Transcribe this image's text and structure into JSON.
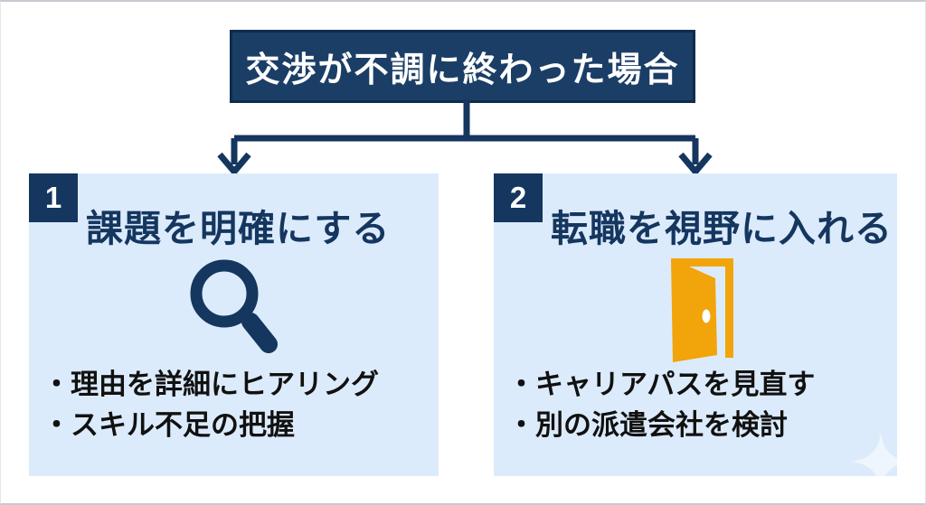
{
  "header": {
    "title": "交渉が不調に終わった場合"
  },
  "branches": [
    {
      "number": "1",
      "title": "課題を明確にする",
      "icon": "magnifier-icon",
      "bullets": [
        "・理由を詳細にヒアリング",
        "・スキル不足の把握"
      ]
    },
    {
      "number": "2",
      "title": "転職を視野に入れる",
      "icon": "open-door-icon",
      "bullets": [
        "・キャリアパスを見直す",
        "・別の派遣会社を検討"
      ]
    }
  ],
  "colors": {
    "navy": "#14365f",
    "header_fill": "#1b3e66",
    "header_border": "#0e2c4e",
    "card_background": "#dcebfb",
    "door_orange": "#f2a40b",
    "bullet_text": "#111111",
    "header_text": "#ffffff"
  }
}
